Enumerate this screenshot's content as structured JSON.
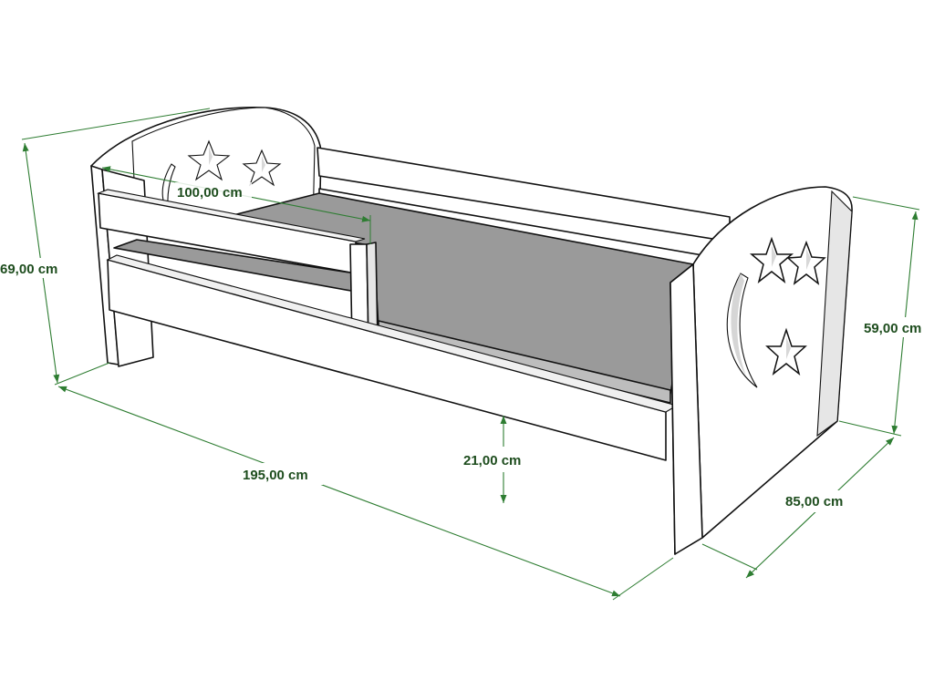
{
  "dimensions": {
    "total_height": "69,00 cm",
    "footboard_height": "59,00 cm",
    "length": "195,00 cm",
    "width": "85,00 cm",
    "under_clearance": "21,00 cm",
    "guard_rail_length": "100,00 cm"
  },
  "colors": {
    "dimension": "#2e7d32",
    "dimension_text": "#1e4d1e",
    "mattress": "#9a9a9a",
    "wood": "#ffffff",
    "wood_shade": "#e6e6e6",
    "outline": "#111111"
  },
  "decorations": {
    "headboard": [
      "star-icon",
      "star-icon",
      "moon-icon"
    ],
    "footboard": [
      "star-icon",
      "star-icon",
      "star-icon",
      "moon-icon"
    ]
  }
}
